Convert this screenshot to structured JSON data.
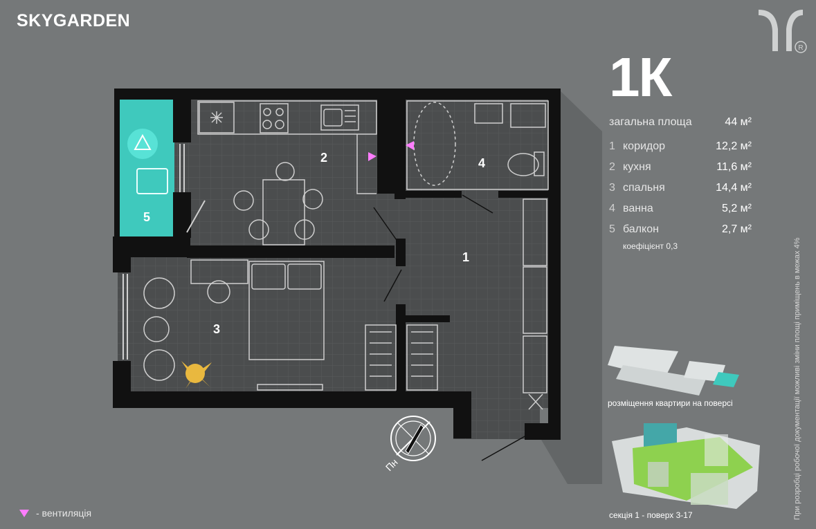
{
  "brand": "SKYGARDEN",
  "apartment_type": "1К",
  "total": {
    "label": "загальна площа",
    "value": "44 м²"
  },
  "rooms": [
    {
      "num": "1",
      "name": "коридор",
      "area": "12,2 м²"
    },
    {
      "num": "2",
      "name": "кухня",
      "area": "11,6 м²"
    },
    {
      "num": "3",
      "name": "спальня",
      "area": "14,4 м²"
    },
    {
      "num": "4",
      "name": "ванна",
      "area": "5,2 м²"
    },
    {
      "num": "5",
      "name": "балкон",
      "area": "2,7 м²"
    }
  ],
  "coefficient": "коефіцієнт 0,3",
  "plan_labels": {
    "r1": "1",
    "r2": "2",
    "r3": "3",
    "r4": "4",
    "r5": "5",
    "north": "Пн"
  },
  "legend": {
    "ventilation": "- вентиляція"
  },
  "floor_location_caption": "розміщення квартири на поверсі",
  "section_caption": "секція 1 - поверх 3-17",
  "disclaimer": "При розробці робочої документації можливі зміни площі приміщень в межах 4%",
  "colors": {
    "background": "#757879",
    "wall": "#111111",
    "balcony": "#3fc9bd",
    "ventilation": "#ff7dff",
    "highlight": "#8ed14f"
  },
  "icons": [
    "logo-mark-icon",
    "registered-icon",
    "ventilation-triangle-icon",
    "north-compass-icon",
    "fridge-icon",
    "stove-icon",
    "sink-icon",
    "bathtub-icon",
    "toilet-icon",
    "bed-icon",
    "plant-icon",
    "armchair-icon"
  ]
}
